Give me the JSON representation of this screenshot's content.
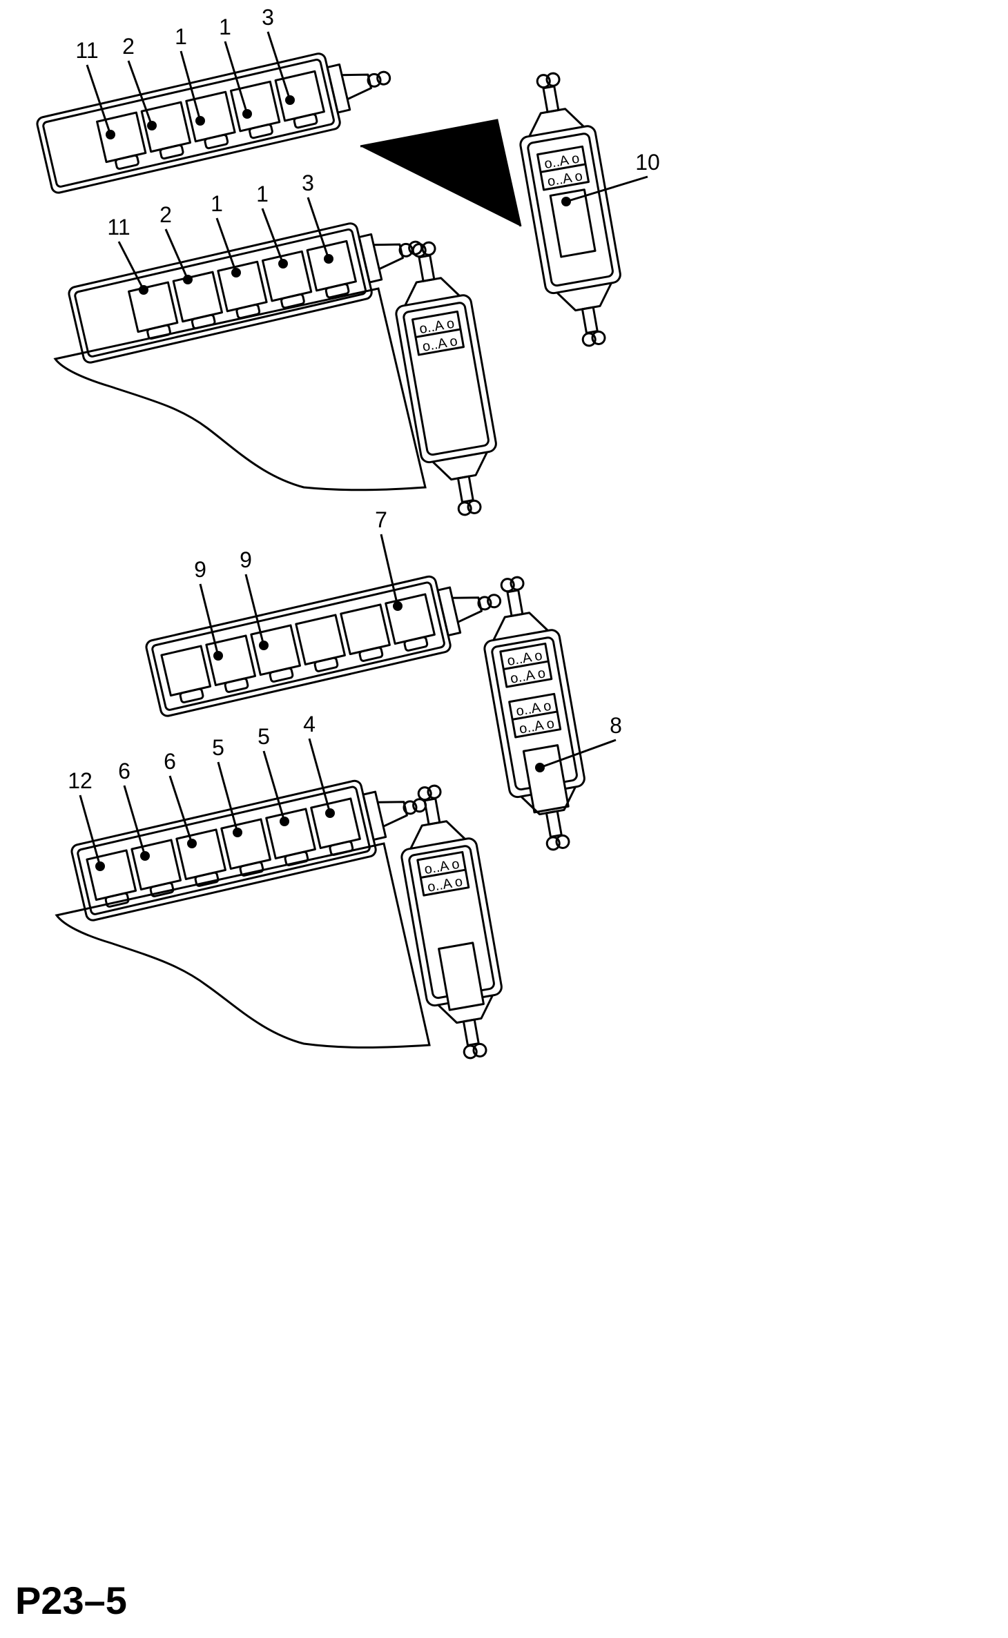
{
  "figure_id": "P23–5",
  "callouts": {
    "g1": [
      "11",
      "2",
      "1",
      "1",
      "3"
    ],
    "g2": [
      "11",
      "2",
      "1",
      "1",
      "3"
    ],
    "g3": [
      "10"
    ],
    "g4": [
      "9",
      "9",
      "7"
    ],
    "g5": [
      "8"
    ],
    "g6": [
      "12",
      "6",
      "6",
      "5",
      "5",
      "4"
    ]
  },
  "fuse_label": "o..A o",
  "colors": {
    "line": "#000000",
    "fill": "#ffffff"
  }
}
